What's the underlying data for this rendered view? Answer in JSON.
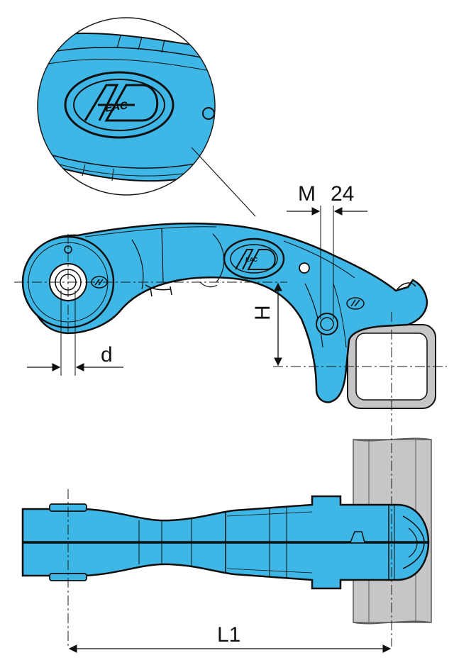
{
  "labels": {
    "m": "M",
    "dim24": "24",
    "h": "H",
    "d": "d",
    "l1": "L1"
  },
  "logo": {
    "text_large": "EAC",
    "text_small": "EAC"
  },
  "colors": {
    "part_fill": "#3fb7e6",
    "part_stroke": "#0f0f0f",
    "frame_fill": "#c6c6c6",
    "frame_stroke": "#5a5a5a"
  }
}
